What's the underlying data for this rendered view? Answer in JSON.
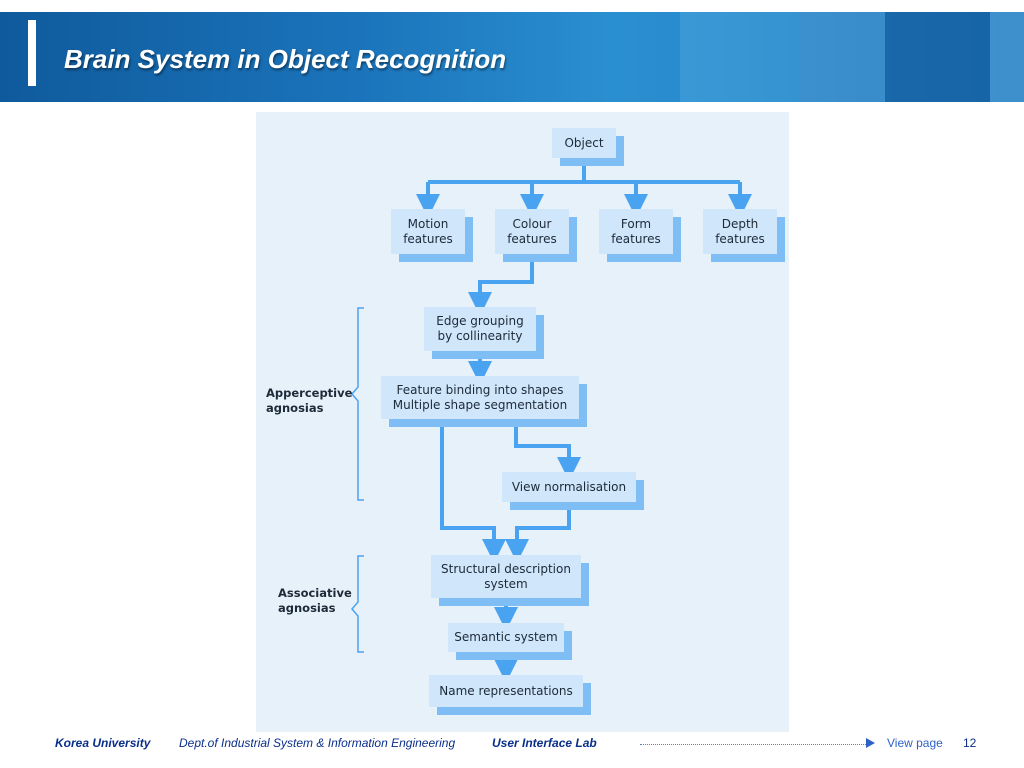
{
  "slide": {
    "title": "Brain System in Object Recognition"
  },
  "diagram": {
    "boxes": {
      "object": "Object",
      "motion": "Motion\nfeatures",
      "colour": "Colour\nfeatures",
      "form": "Form\nfeatures",
      "depth": "Depth\nfeatures",
      "edge": "Edge grouping\nby collinearity",
      "binding": "Feature binding into shapes\nMultiple shape segmentation",
      "view": "View normalisation",
      "structural": "Structural description\nsystem",
      "semantic": "Semantic system",
      "name": "Name representations"
    },
    "labels": {
      "apperceptive": "Apperceptive\nagnosias",
      "associative": "Associative\nagnosias"
    }
  },
  "footer": {
    "university": "Korea University",
    "department": "Dept.of  Industrial  System & Information Engineering",
    "lab": "User Interface  Lab",
    "view_page": "View page",
    "page_number": "12"
  },
  "colors": {
    "banner": "#1b74bb",
    "box_fill": "#cfe6fb",
    "box_shadow": "#7fbdf5",
    "arrow": "#4aa3f0",
    "footer_text": "#0a2f8a"
  }
}
